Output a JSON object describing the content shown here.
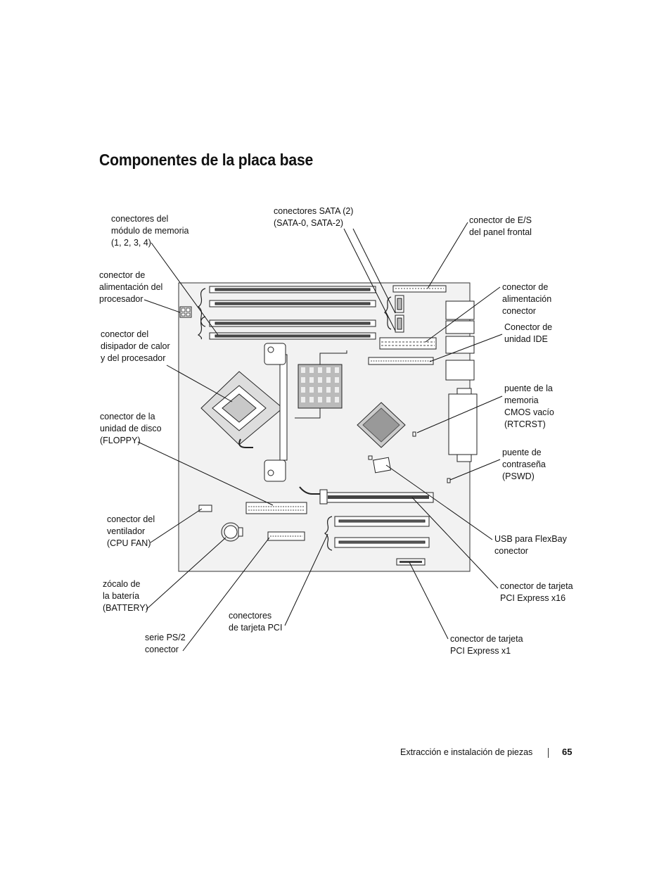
{
  "page": {
    "title": "Componentes de la placa base",
    "footer_section": "Extracción e instalación de piezas",
    "page_number": "65"
  },
  "labels": {
    "memory": [
      "conectores del",
      "módulo de memoria",
      "(1, 2, 3, 4)"
    ],
    "cpu_power": [
      "conector de",
      "alimentación del",
      "procesador"
    ],
    "heatsink": [
      "conector del",
      "disipador de calor",
      "y del procesador"
    ],
    "floppy": [
      "conector de la",
      "unidad de disco",
      "(FLOPPY)"
    ],
    "cpu_fan": [
      "conector del",
      "ventilador",
      "(CPU FAN)"
    ],
    "battery": [
      "zócalo de",
      "la batería",
      "(BATTERY)"
    ],
    "ps2": [
      "serie PS/2",
      "conector"
    ],
    "pci": [
      "conectores",
      "de tarjeta PCI"
    ],
    "sata": [
      "conectores SATA (2)",
      "(SATA-0, SATA-2)"
    ],
    "front_panel": [
      "conector de E/S",
      "del panel frontal"
    ],
    "power": [
      "conector de",
      "alimentación",
      "conector"
    ],
    "ide": [
      "Conector de",
      "unidad IDE"
    ],
    "rtcrst": [
      "puente de la",
      "memoria",
      "CMOS vacío",
      "(RTCRST)"
    ],
    "pswd": [
      "puente de",
      "contraseña",
      "(PSWD)"
    ],
    "usb_flexbay": [
      "USB para FlexBay",
      "conector"
    ],
    "pcie_x16": [
      "conector de tarjeta",
      "PCI Express x16"
    ],
    "pcie_x1": [
      "conector de tarjeta",
      "PCI Express x1"
    ]
  }
}
